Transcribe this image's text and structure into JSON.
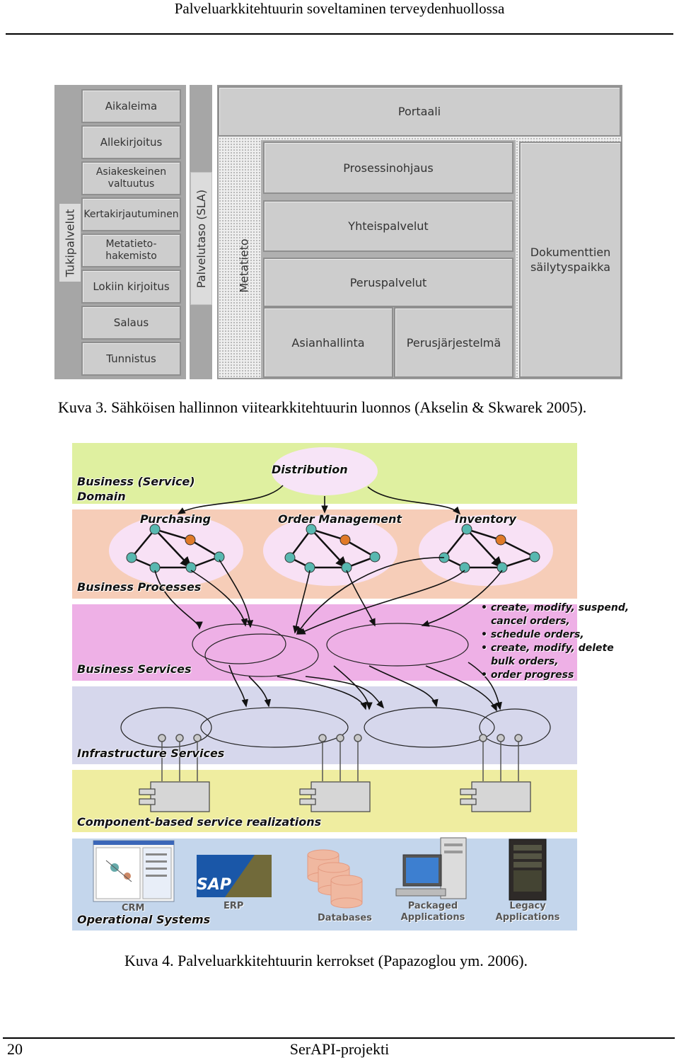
{
  "header": {
    "title": "Palveluarkkitehtuurin soveltaminen terveydenhuollossa"
  },
  "figure3": {
    "caption": "Kuva 3. Sähköisen hallinnon viitearkkitehtuurin luonnos (Akselin & Skwarek 2005).",
    "tukipalvelut_label": "Tukipalvelut",
    "support_items": [
      "Aikaleima",
      "Allekirjoitus",
      "Asiakeskeinen valtuutus",
      "Kertakirjautuminen",
      "Metatieto-hakemisto",
      "Lokiin kirjoitus",
      "Salaus",
      "Tunnistus"
    ],
    "sla_label": "Palvelutaso (SLA)",
    "portaali": "Portaali",
    "metatieto_label": "Metatieto",
    "prosessinohjaus": "Prosessinohjaus",
    "yhteispalvelut": "Yhteispalvelut",
    "peruspalvelut": "Peruspalvelut",
    "asianhallinta": "Asianhallinta",
    "perusjarjestelma": "Perusjärjestelmä",
    "dokumenttien": "Dokumenttien säilytyspaikka"
  },
  "figure4": {
    "caption": "Kuva 4. Palveluarkkitehtuurin kerrokset (Papazoglou ym. 2006).",
    "layers": {
      "business_domain": "Business (Service) Domain",
      "business_processes": "Business Processes",
      "business_services": "Business Services",
      "infrastructure_services": "Infrastructure Services",
      "component_realizations": "Component-based service realizations",
      "operational_systems": "Operational Systems"
    },
    "distribution": "Distribution",
    "processes": [
      "Purchasing",
      "Order Management",
      "Inventory"
    ],
    "service_bullets": [
      "• create, modify, suspend,",
      "cancel orders,",
      "• schedule orders,",
      "• create, modify, delete",
      "bulk orders,",
      "• order progress"
    ],
    "operational": {
      "crm": "CRM",
      "erp": "ERP",
      "sap": "SAP",
      "databases": "Databases",
      "packaged": "Packaged Applications",
      "legacy": "Legacy Applications"
    },
    "colors": {
      "domain": "#dff0a0",
      "processes": "#f6cdb8",
      "services": "#eeb0e6",
      "infrastructure": "#d6d7ec",
      "components": "#efeda0",
      "operational": "#c4d6ec"
    }
  },
  "footer": {
    "page_number": "20",
    "project": "SerAPI-projekti"
  }
}
